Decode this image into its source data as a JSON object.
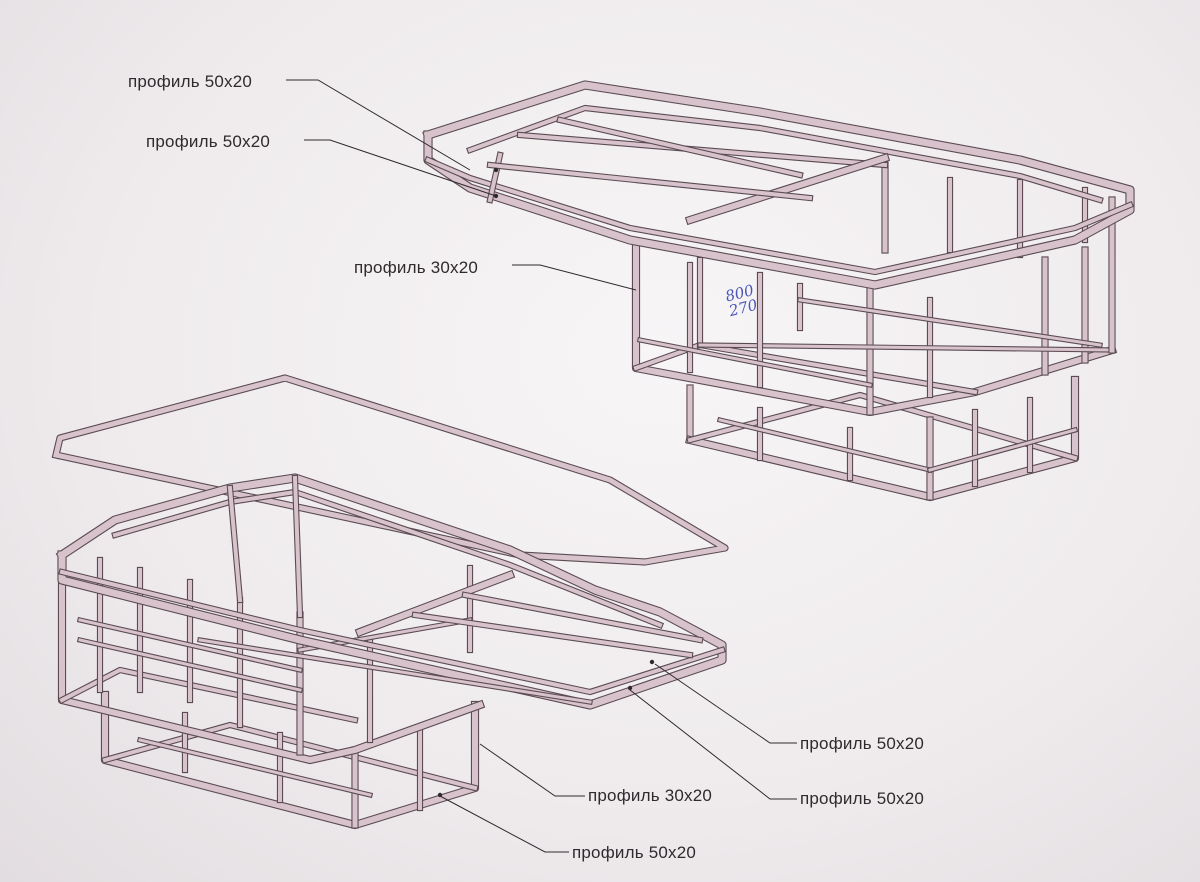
{
  "labels": [
    {
      "id": "top-1",
      "text": "профиль 50x20"
    },
    {
      "id": "top-2",
      "text": "профиль 50x20"
    },
    {
      "id": "top-3",
      "text": "профиль 30x20"
    },
    {
      "id": "bot-1",
      "text": "профиль 50x20"
    },
    {
      "id": "bot-2",
      "text": "профиль 30x20"
    },
    {
      "id": "bot-3",
      "text": "профиль 50x20"
    },
    {
      "id": "bot-4",
      "text": "профиль 50x20"
    }
  ],
  "handwriting": {
    "line1": "800",
    "line2": "270"
  },
  "colors": {
    "frame": "#d8c3cc",
    "edge": "#5b4c53",
    "ink": "#2e2a2d",
    "note": "#4b56b8"
  }
}
